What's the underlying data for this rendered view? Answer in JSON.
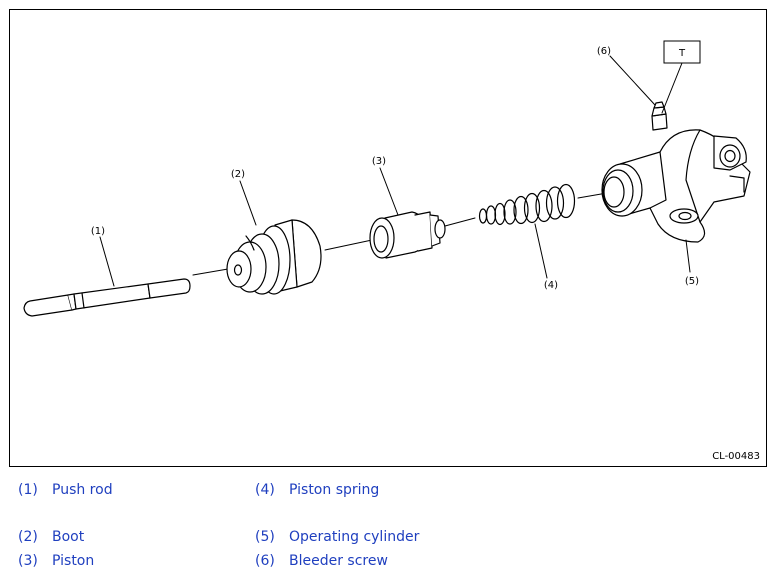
{
  "figure_id": "CL-00483",
  "callouts": {
    "c1": "(1)",
    "c2": "(2)",
    "c3": "(3)",
    "c4": "(4)",
    "c5": "(5)",
    "c6": "(6)",
    "torque": "T"
  },
  "legend": [
    {
      "num": "(1)",
      "name": "Push rod"
    },
    {
      "num": "(2)",
      "name": "Boot"
    },
    {
      "num": "(3)",
      "name": "Piston"
    },
    {
      "num": "(4)",
      "name": "Piston spring"
    },
    {
      "num": "(5)",
      "name": "Operating cylinder"
    },
    {
      "num": "(6)",
      "name": "Bleeder screw"
    }
  ],
  "colors": {
    "legend_text": "#1f3fbf",
    "line": "#000000"
  }
}
